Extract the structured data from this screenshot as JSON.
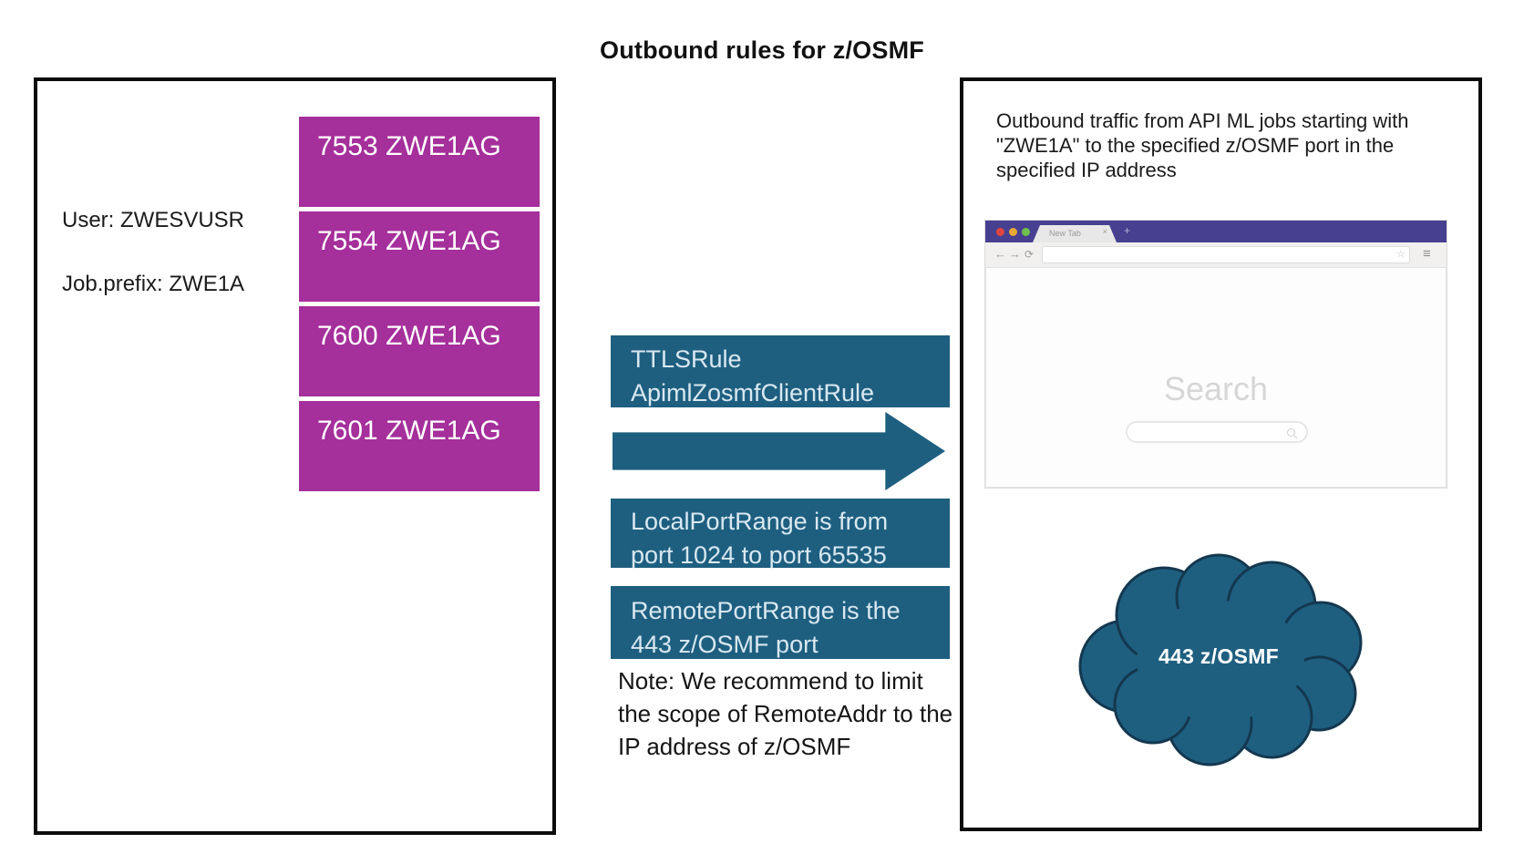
{
  "title": "Outbound rules for z/OSMF",
  "colors": {
    "port_box_magenta": "#a52f9b",
    "rule_teal": "#1e5f80",
    "browser_titlebar_purple": "#474090",
    "cloud_outline": "#14384f",
    "panel_border": "#0c0c0c"
  },
  "left_panel": {
    "user_label": "User: ZWESVUSR",
    "job_prefix_label": "Job.prefix: ZWE1A",
    "ports": [
      "7553 ZWE1AG",
      "7554 ZWE1AG",
      "7600 ZWE1AG",
      "7601 ZWE1AG"
    ]
  },
  "middle": {
    "rule_box_line1": "TTLSRule",
    "rule_box_line2": "ApimlZosmfClientRule",
    "local_port_text": "LocalPortRange is from port 1024 to port 65535",
    "remote_port_text": "RemotePortRange is the 443 z/OSMF port",
    "note_text": "Note: We recommend to limit the scope of RemoteAddr to the IP address of z/OSMF"
  },
  "right_panel": {
    "description": "Outbound traffic from API ML jobs starting with \"ZWE1A\" to the specified z/OSMF port in the specified IP address",
    "browser": {
      "tab_label": "New Tab",
      "tab_close_glyph": "×",
      "new_tab_glyph": "+",
      "back_glyph": "←",
      "forward_glyph": "→",
      "reload_glyph": "⟳",
      "star_glyph": "☆",
      "menu_glyph": "≡",
      "address_value": "",
      "search_text": "Search"
    },
    "cloud_label": "443 z/OSMF"
  }
}
